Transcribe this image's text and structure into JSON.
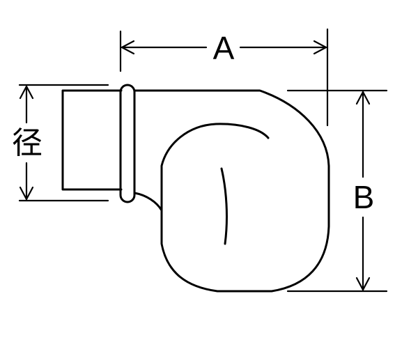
{
  "dimensions": {
    "a_label": "A",
    "b_label": "B",
    "diameter_label": "径"
  },
  "colors": {
    "stroke": "#000000",
    "background": "#ffffff"
  }
}
